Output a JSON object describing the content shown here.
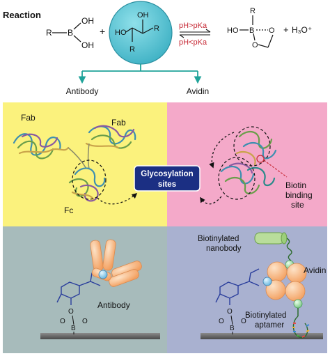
{
  "header": {
    "title": "Reaction",
    "boronic_acid": {
      "r": "R",
      "b": "B",
      "oh_top": "OH",
      "oh_bottom": "OH"
    },
    "plus_left": "+",
    "diol": {
      "ho": "HO",
      "oh": "OH",
      "r_right": "R",
      "r_bottom": "R"
    },
    "condition_forward": "pH>pKa",
    "condition_reverse": "pH<pKa",
    "ester": {
      "r": "R",
      "ho": "HO",
      "b": "B",
      "o_right": "O",
      "o_bottom": "O"
    },
    "plus_right": "+",
    "hydronium": "H₃O⁺",
    "targets": [
      "Antibody",
      "Avidin"
    ]
  },
  "panels": {
    "antibody_structure": {
      "fab_left": "Fab",
      "fab_right": "Fab",
      "fc": "Fc"
    },
    "center_badge": {
      "line1": "Glycosylation",
      "line2": "sites"
    },
    "avidin_structure": {
      "line1": "Biotin",
      "line2": "binding",
      "line3": "site"
    },
    "antibody_immobilization": {
      "o_top": "O",
      "b": "B",
      "o_left": "O",
      "o_right": "O",
      "label": "Antibody"
    },
    "avidin_immobilization": {
      "nanobody_line1": "Biotinylated",
      "nanobody_line2": "nanobody",
      "avidin": "Avidin",
      "aptamer_line1": "Biotinylated",
      "aptamer_line2": "aptamer",
      "o_top": "O",
      "b": "B",
      "o_left": "O",
      "o_right": "O"
    }
  },
  "colors": {
    "circle_fill": "#55c3d4",
    "arrow_teal": "#1fa39a",
    "panel_yellow": "#fbf27d",
    "panel_pink": "#f4a9c9",
    "panel_gray": "#a7bbbb",
    "panel_blue": "#a9b1d0",
    "badge_navy": "#1b2f83",
    "condition_red": "#c62834",
    "antibody_orange": "#f4a874",
    "nanobody_green": "#b9dd9b",
    "sugar_blue": "#2a3e9c"
  }
}
